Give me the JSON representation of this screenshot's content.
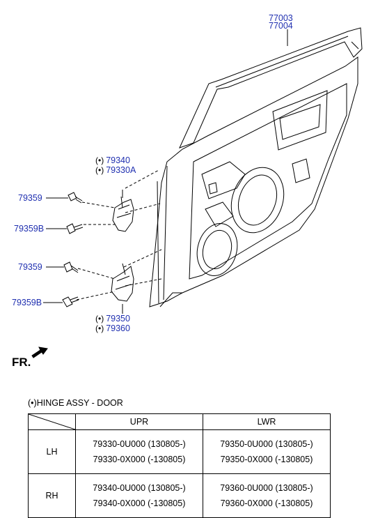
{
  "callouts": {
    "door_1": "77003",
    "door_2": "77004",
    "upper_hinge_1": "79340",
    "upper_hinge_2": "79330A",
    "upper_bolt_1": "79359",
    "upper_bolt_2": "79359B",
    "lower_bolt_1": "79359",
    "lower_bolt_2": "79359B",
    "lower_hinge_1": "79350",
    "lower_hinge_2": "79360",
    "mark": "(•)"
  },
  "front_label": "FR.",
  "legend": "(•)HINGE ASSY - DOOR",
  "table": {
    "headers": [
      "UPR",
      "LWR"
    ],
    "rows": [
      {
        "label": "LH",
        "upr": [
          "79330-0U000 (130805-)",
          "79330-0X000 (-130805)"
        ],
        "lwr": [
          "79350-0U000 (130805-)",
          "79350-0X000 (-130805)"
        ]
      },
      {
        "label": "RH",
        "upr": [
          "79340-0U000 (130805-)",
          "79340-0X000 (-130805)"
        ],
        "lwr": [
          "79360-0U000 (130805-)",
          "79360-0X000 (-130805)"
        ]
      }
    ]
  },
  "colors": {
    "callout": "#1f2fb0",
    "line": "#000000"
  }
}
